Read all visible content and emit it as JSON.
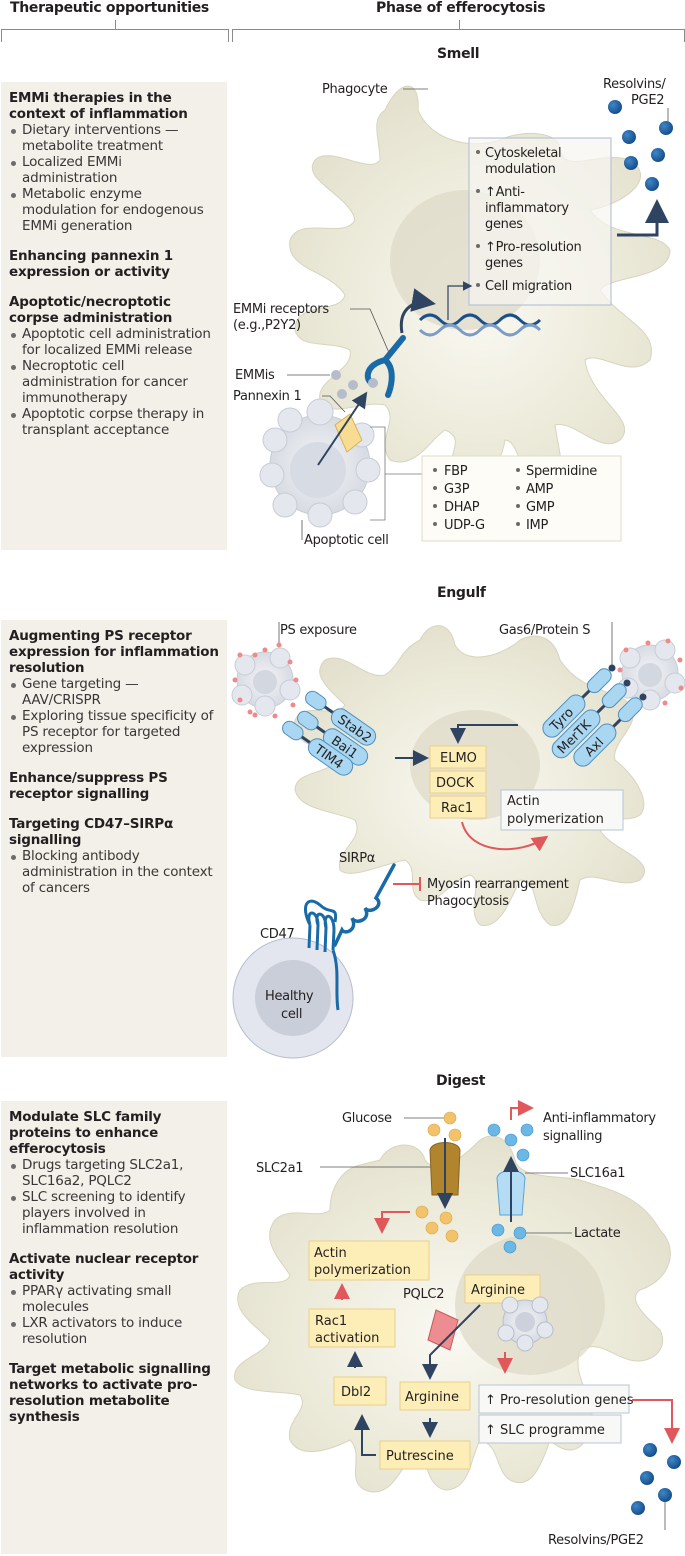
{
  "headers": {
    "left": "Therapeutic opportunities",
    "right": "Phase of efferocytosis"
  },
  "panels": [
    {
      "groups": [
        {
          "title": "EMMi therapies in the context of inflammation",
          "items": [
            "Dietary interventions — metabolite treatment",
            "Localized EMMi administration",
            "Metabolic enzyme modulation for endogenous EMMi generation"
          ]
        },
        {
          "title": "Enhancing pannexin 1 expression or activity",
          "items": []
        },
        {
          "title": "Apoptotic/necroptotic corpse administration",
          "items": [
            "Apoptotic cell administration for localized EMMi release",
            "Necroptotic cell administration for cancer immunotherapy",
            "Apoptotic corpse therapy in transplant acceptance"
          ]
        }
      ]
    },
    {
      "groups": [
        {
          "title": "Augmenting PS receptor expression for inflammation resolution",
          "items": [
            "Gene targeting — AAV/CRISPR",
            "Exploring tissue specificity of PS receptor for targeted expression"
          ]
        },
        {
          "title": "Enhance/suppress PS receptor signalling",
          "items": []
        },
        {
          "title": "Targeting CD47–SIRPα signalling",
          "items": [
            "Blocking antibody administration in the context of cancers"
          ]
        }
      ]
    },
    {
      "groups": [
        {
          "title": "Modulate SLC family proteins to enhance efferocytosis",
          "items": [
            "Drugs targeting SLC2a1, SLC16a2, PQLC2",
            "SLC screening to identify players involved in inflammation resolution"
          ]
        },
        {
          "title": "Activate nuclear receptor activity",
          "items": [
            "PPARγ activating small molecules",
            "LXR activators to induce resolution"
          ]
        },
        {
          "title": "Target metabolic signalling networks to activate pro-resolution metabolite synthesis",
          "items": []
        }
      ]
    }
  ],
  "smell": {
    "title": "Smell",
    "phagocyte": "Phagocyte",
    "resolvins": [
      "Resolvins/",
      "PGE2"
    ],
    "effects": [
      "Cytoskeletal",
      "modulation",
      "↑Anti-",
      "inflammatory",
      "genes",
      "↑Pro-resolution",
      "genes",
      "Cell migration"
    ],
    "emmi_receptors": [
      "EMMi receptors",
      "(e.g.,P2Y2)"
    ],
    "emmis": "EMMis",
    "pannexin": "Pannexin 1",
    "apoptotic_cell": "Apoptotic cell",
    "metabolites_col1": [
      "FBP",
      "G3P",
      "DHAP",
      "UDP-G"
    ],
    "metabolites_col2": [
      "Spermidine",
      "AMP",
      "GMP",
      "IMP"
    ]
  },
  "engulf": {
    "title": "Engulf",
    "ps_exposure": "PS exposure",
    "gas6": "Gas6/Protein S",
    "left_receptors": [
      "Stab2",
      "Bai1",
      "TIM4"
    ],
    "right_receptors": [
      "Tyro",
      "MerTK",
      "Axl"
    ],
    "signal_boxes": [
      "ELMO",
      "DOCK",
      "Rac1"
    ],
    "actin": [
      "Actin",
      "polymerization"
    ],
    "sirpa": "SIRPα",
    "inhibited": [
      "Myosin rearrangement",
      "Phagocytosis"
    ],
    "cd47": "CD47",
    "healthy_cell": [
      "Healthy",
      "cell"
    ]
  },
  "digest": {
    "title": "Digest",
    "glucose": "Glucose",
    "slc2a1": "SLC2a1",
    "anti_inflammatory": [
      "Anti-inflammatory",
      "signalling"
    ],
    "slc16a1": "SLC16a1",
    "lactate": "Lactate",
    "actin": [
      "Actin",
      "polymerization"
    ],
    "rac1": [
      "Rac1",
      "activation"
    ],
    "dbl2": "Dbl2",
    "pqlc2": "PQLC2",
    "arginine_top": "Arginine",
    "arginine_bottom": "Arginine",
    "putrescine": "Putrescine",
    "pro_resolution": "↑ Pro-resolution genes",
    "slc_programme": "↑ SLC programme",
    "resolvins": "Resolvins/PGE2"
  },
  "colors": {
    "panel_bg": "#f3f0ea",
    "cell_fill": "#e7e4d6",
    "receptor_blue": "#1a6aa8",
    "light_blue": "#a9d6f0",
    "yellow_box": "#fdeeb8",
    "red_arrow": "#e0585c",
    "dark_arrow": "#2e4460",
    "dot_blue": "#1f5fa0",
    "glucose": "#f2c36b",
    "lactate": "#6bb8e6"
  }
}
